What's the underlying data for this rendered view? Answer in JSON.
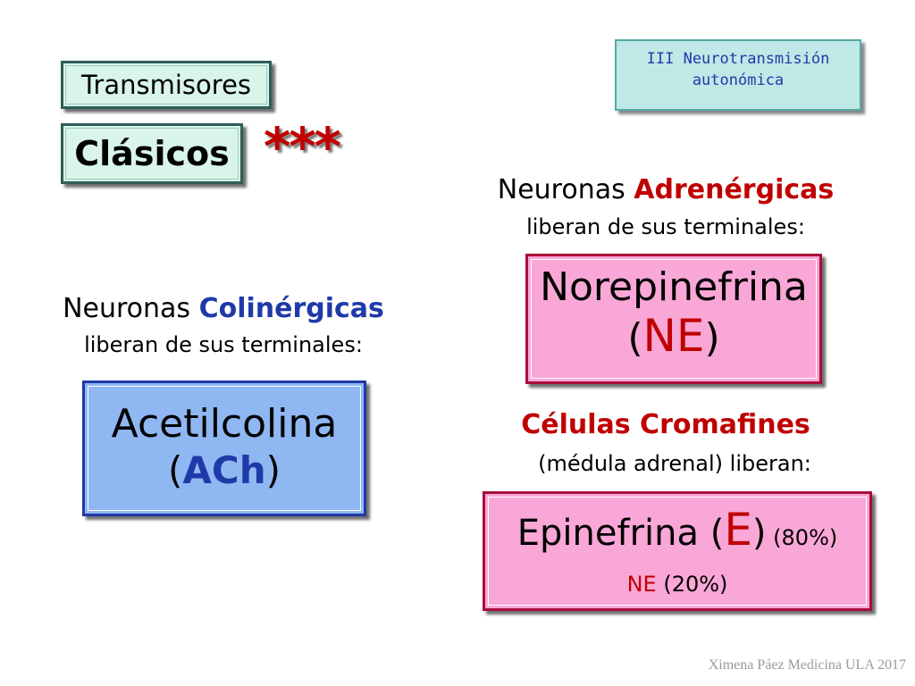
{
  "transmisores": "Transmisores",
  "clasicos": "Clásicos",
  "stars": "***",
  "section": {
    "line1": "III Neurotransmisión",
    "line2": "autonómica"
  },
  "adrenergicas": {
    "prefix": "Neuronas ",
    "name": "Adrenérgicas",
    "sub": "liberan de sus terminales:"
  },
  "ne_box": {
    "name": "Norepinefrina",
    "open": "(",
    "abbr": "NE",
    "close": ")"
  },
  "colinergicas": {
    "prefix": "Neuronas ",
    "name": "Colinérgicas",
    "sub": "liberan de sus terminales:"
  },
  "ach_box": {
    "name": "Acetilcolina",
    "open": "(",
    "abbr": "ACh",
    "close": ")"
  },
  "cromafines": {
    "title": "Células Cromafines",
    "sub": "(médula adrenal) liberan:"
  },
  "e_box": {
    "name": "Epinefrina ",
    "open": "(",
    "abbr": "E",
    "close": ")",
    "pct": " (80%)",
    "ne_abbr": "NE",
    "ne_pct": " (20%)"
  },
  "footer": "Ximena Páez Medicina ULA 2017",
  "colors": {
    "red": "#c00000",
    "blue": "#1f3aa8",
    "pink": "#f9a7d6",
    "lightblue": "#8fb7f2",
    "mint": "#d9f5ea"
  }
}
